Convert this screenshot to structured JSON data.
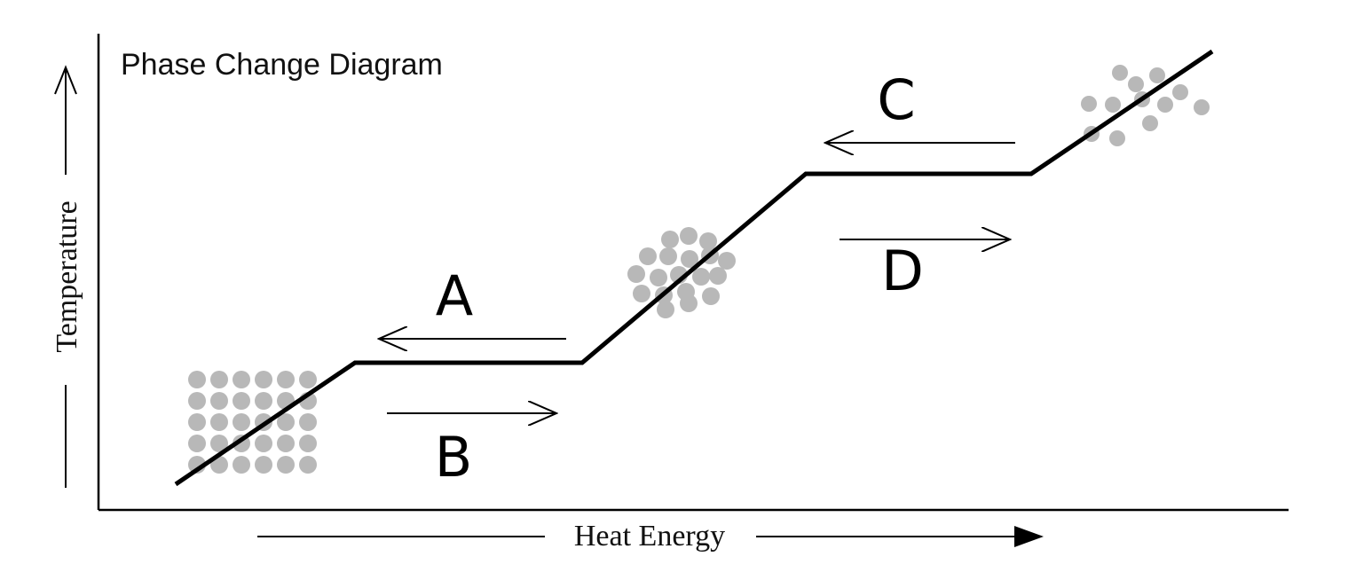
{
  "diagram": {
    "title": "Phase Change Diagram",
    "x_axis_label": "Heat Energy",
    "y_axis_label": "Temperature",
    "markers": {
      "a": "A",
      "b": "B",
      "c": "C",
      "d": "D"
    },
    "phases": [
      "solid",
      "liquid",
      "gas"
    ],
    "colors": {
      "line": "#000000",
      "particle": "#b8b8b8",
      "text": "#111111"
    }
  }
}
